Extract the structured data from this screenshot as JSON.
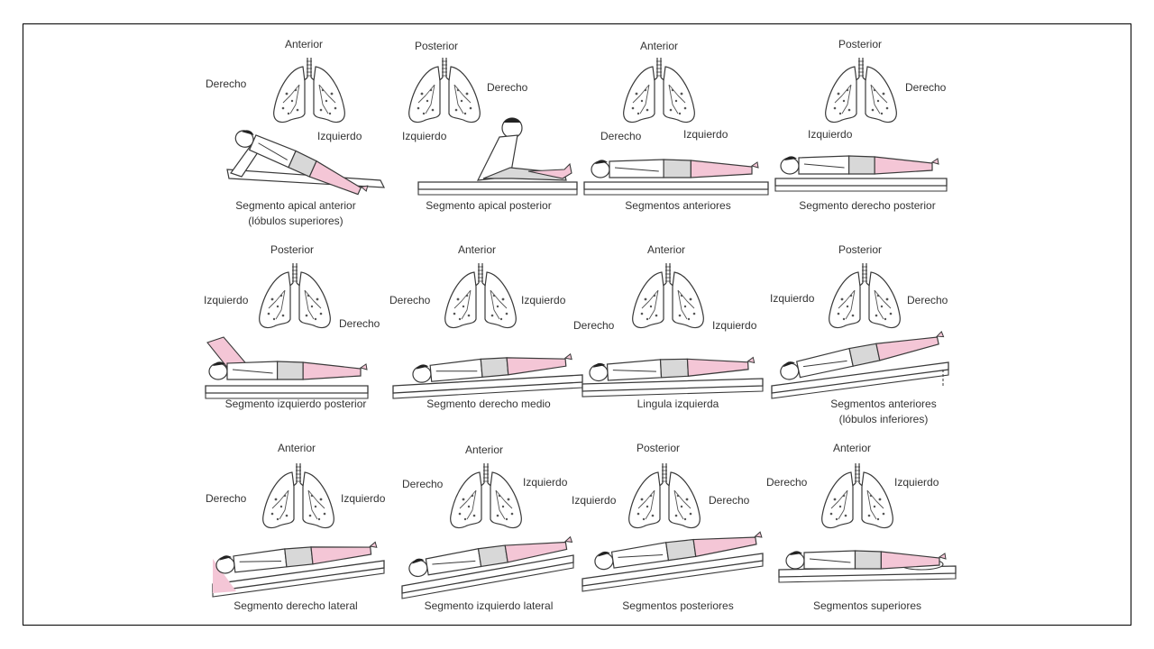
{
  "colors": {
    "skin": "#f4c6d6",
    "line": "#3a3a3a",
    "lung_dots": "#555555",
    "hilite": "#222222"
  },
  "icons": {
    "lung": "lungs-icon",
    "patient": "patient-figure-icon"
  },
  "panels": [
    {
      "caption": "Segmento apical anterior\n(lóbulos superiores)",
      "view": "Anterior",
      "side_a": "Derecho",
      "side_b": "Izquierdo",
      "pose": "sitting-back"
    },
    {
      "caption": "Segmento apical posterior",
      "view": "Posterior",
      "side_a": "Izquierdo",
      "side_b": "Derecho",
      "pose": "sitting-forward"
    },
    {
      "caption": "Segmentos anteriores",
      "view": "Anterior",
      "side_a": "Derecho",
      "side_b": "Izquierdo",
      "pose": "supine-flat"
    },
    {
      "caption": "Segmento derecho posterior",
      "view": "Posterior",
      "side_a": "Izquierdo",
      "side_b": "Derecho",
      "pose": "prone-flat"
    },
    {
      "caption": "Segmento izquierdo posterior",
      "view": "Posterior",
      "side_a": "Izquierdo",
      "side_b": "Derecho",
      "pose": "side-lying-flat"
    },
    {
      "caption": "Segmento derecho medio",
      "view": "Anterior",
      "side_a": "Derecho",
      "side_b": "Izquierdo",
      "pose": "side-tilted"
    },
    {
      "caption": "Lingula izquierda",
      "view": "Anterior",
      "side_a": "Derecho",
      "side_b": "Izquierdo",
      "pose": "supine-tilted"
    },
    {
      "caption": "Segmentos anteriores\n(lóbulos inferiores)",
      "view": "Posterior",
      "side_a": "Izquierdo",
      "side_b": "Derecho",
      "pose": "supine-incline"
    },
    {
      "caption": "Segmento derecho lateral",
      "view": "Anterior",
      "side_a": "Derecho",
      "side_b": "Izquierdo",
      "pose": "side-incline"
    },
    {
      "caption": "Segmento izquierdo lateral",
      "view": "Anterior",
      "side_a": "Derecho",
      "side_b": "Izquierdo",
      "pose": "side-incline-2"
    },
    {
      "caption": "Segmentos posteriores",
      "view": "Posterior",
      "side_a": "Izquierdo",
      "side_b": "Derecho",
      "pose": "prone-incline"
    },
    {
      "caption": "Segmentos superiores",
      "view": "Anterior",
      "side_a": "Derecho",
      "side_b": "Izquierdo",
      "pose": "prone-pillow"
    }
  ]
}
